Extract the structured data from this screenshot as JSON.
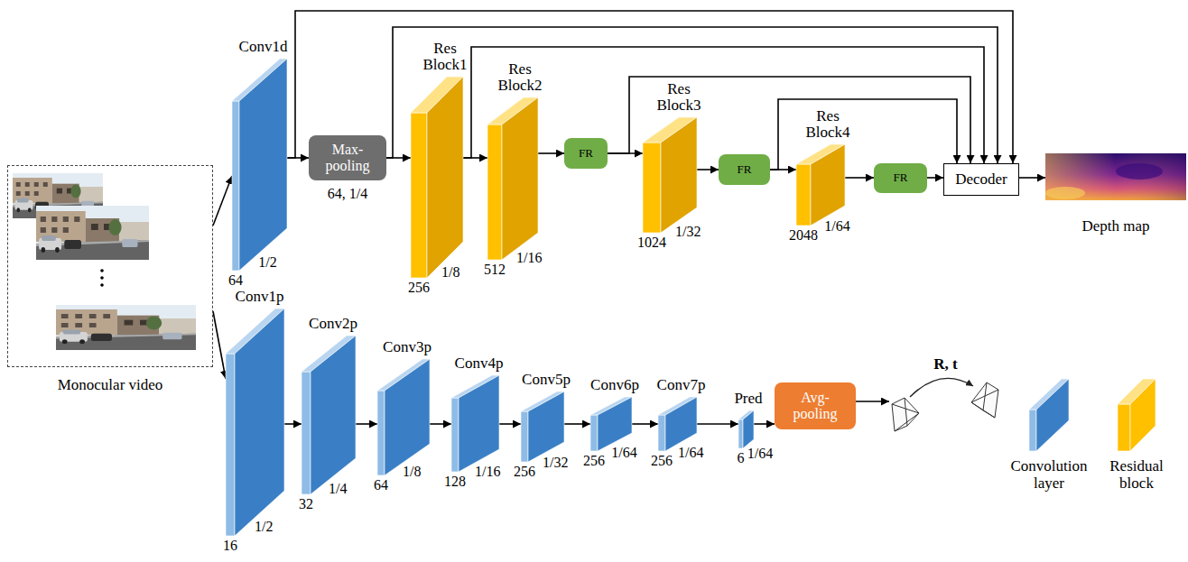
{
  "diagram": {
    "nodes": [
      {
        "text": [
          "Monocular video"
        ]
      },
      {
        "text": [
          "Conv1d",
          "64",
          "1/2"
        ]
      },
      {
        "text": [
          "Max- pooling",
          "64, 1/4"
        ]
      },
      {
        "text": [
          "Res Block1",
          "256",
          "1/8"
        ]
      },
      {
        "text": [
          "Res Block2",
          "512",
          "1/16"
        ]
      },
      {
        "text": [
          "FR"
        ]
      },
      {
        "text": [
          "Res Block3",
          "1024",
          "1/32"
        ]
      },
      {
        "text": [
          "FR"
        ]
      },
      {
        "text": [
          "Res Block4",
          "2048",
          "1/64"
        ]
      },
      {
        "text": [
          "FR"
        ]
      },
      {
        "text": [
          "Decoder"
        ]
      },
      {
        "text": [
          "Depth map"
        ]
      },
      {
        "text": [
          "Conv1p",
          "16",
          "1/2"
        ]
      },
      {
        "text": [
          "Conv2p",
          "32",
          "1/4"
        ]
      },
      {
        "text": [
          "Conv3p",
          "64",
          "1/8"
        ]
      },
      {
        "text": [
          "Conv4p",
          "128",
          "1/16"
        ]
      },
      {
        "text": [
          "Conv5p",
          "256",
          "1/32"
        ]
      },
      {
        "text": [
          "Conv6p",
          "256",
          "1/64"
        ]
      },
      {
        "text": [
          "Conv7p",
          "256",
          "1/64"
        ]
      },
      {
        "text": [
          "Pred",
          "6",
          "1/64"
        ]
      },
      {
        "text": [
          "Avg- pooling"
        ]
      },
      {
        "text": [
          "R, t"
        ]
      }
    ],
    "edges": [
      {
        "from": 0,
        "to": 1,
        "arrow": "to"
      },
      {
        "from": 0,
        "to": 12,
        "arrow": "to"
      },
      {
        "from": 1,
        "to": 2,
        "arrow": "to"
      },
      {
        "from": 2,
        "to": 3,
        "arrow": "to"
      },
      {
        "from": 3,
        "to": 4,
        "arrow": "to"
      },
      {
        "from": 4,
        "to": 5,
        "arrow": "to"
      },
      {
        "from": 5,
        "to": 6,
        "arrow": "to"
      },
      {
        "from": 6,
        "to": 7,
        "arrow": "to"
      },
      {
        "from": 7,
        "to": 8,
        "arrow": "to"
      },
      {
        "from": 8,
        "to": 9,
        "arrow": "to"
      },
      {
        "from": 9,
        "to": 10,
        "arrow": "to"
      },
      {
        "from": 10,
        "to": 11,
        "arrow": "to"
      },
      {
        "from": 1,
        "to": 10,
        "arrow": "to"
      },
      {
        "from": 2,
        "to": 10,
        "arrow": "to"
      },
      {
        "from": 3,
        "to": 10,
        "arrow": "to"
      },
      {
        "from": 5,
        "to": 10,
        "arrow": "to"
      },
      {
        "from": 7,
        "to": 10,
        "arrow": "to"
      },
      {
        "from": 12,
        "to": 13,
        "arrow": "to"
      },
      {
        "from": 13,
        "to": 14,
        "arrow": "to"
      },
      {
        "from": 14,
        "to": 15,
        "arrow": "to"
      },
      {
        "from": 15,
        "to": 16,
        "arrow": "to"
      },
      {
        "from": 16,
        "to": 17,
        "arrow": "to"
      },
      {
        "from": 17,
        "to": 18,
        "arrow": "to"
      },
      {
        "from": 18,
        "to": 19,
        "arrow": "to"
      },
      {
        "from": 19,
        "to": 20,
        "arrow": "to"
      },
      {
        "from": 20,
        "to": 21,
        "arrow": "to"
      }
    ],
    "legend": [
      {
        "text": "Convolution layer",
        "color": "#3a7fc5"
      },
      {
        "text": "Residual block",
        "color": "#ffc000"
      }
    ]
  }
}
